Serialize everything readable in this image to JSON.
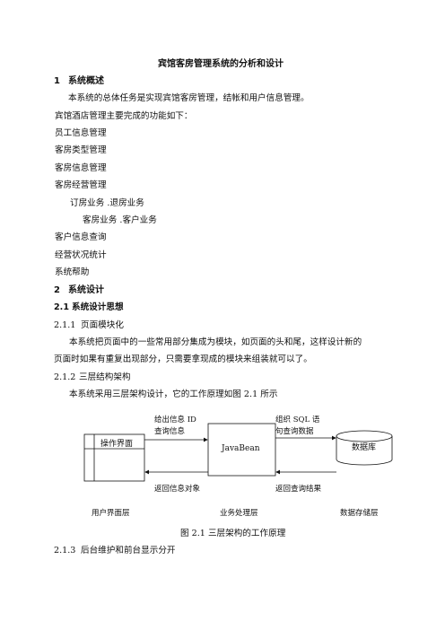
{
  "doc_title": "宾馆客房管理系统的分析和设计",
  "s1": {
    "num": "1",
    "title": "系统概述"
  },
  "s1_para1": "本系统的总体任务是实现宾馆客房管理，结帐和用户信息管理。",
  "s1_para2": "宾馆酒店管理主要完成的功能如下：",
  "features": [
    "员工信息管理",
    "客房类型管理",
    "客房信息管理",
    "客房经营管理"
  ],
  "subfeatures": [
    "订房业务  .退房业务",
    "客房业务  .客户业务"
  ],
  "features2": [
    "客户信息查询",
    "经营状况统计",
    "系统帮助"
  ],
  "s2": {
    "num": "2",
    "title": "系统设计"
  },
  "s21": {
    "num": "2.1",
    "title": "系统设计思想"
  },
  "s211": {
    "num": "2.1.1",
    "title": "页面模块化"
  },
  "s211_text_line1": "本系统把页面中的一些常用部分集成为模块，如页面的头和尾，这样设计新的",
  "s211_text_line2": "页面时如果有重复出现部分，只需要拿现成的模块来组装就可以了。",
  "s212": {
    "num": "2.1.2",
    "title": "三层结构架构"
  },
  "s212_text": "本系统采用三层架构设计，它的工作原理如图 2.1 所示",
  "diagram": {
    "top_left_line1": "给出信息  ID",
    "top_left_line2": "查询信息",
    "top_right_line1": "组织  SQL  语",
    "top_right_line2": "句查询数据",
    "ui_box": "操作界面",
    "javabean": "JavaBean",
    "db": "数据库",
    "bottom_left": "返回信息对象",
    "bottom_right": "返回查询结果",
    "layer_ui": "用户界面层",
    "layer_biz": "业务处理层",
    "layer_data": "数据存储层"
  },
  "figure_caption": "图 2.1  三层架构的工作原理",
  "s213": {
    "num": "2.1.3",
    "title": "后台维护和前台显示分开"
  }
}
